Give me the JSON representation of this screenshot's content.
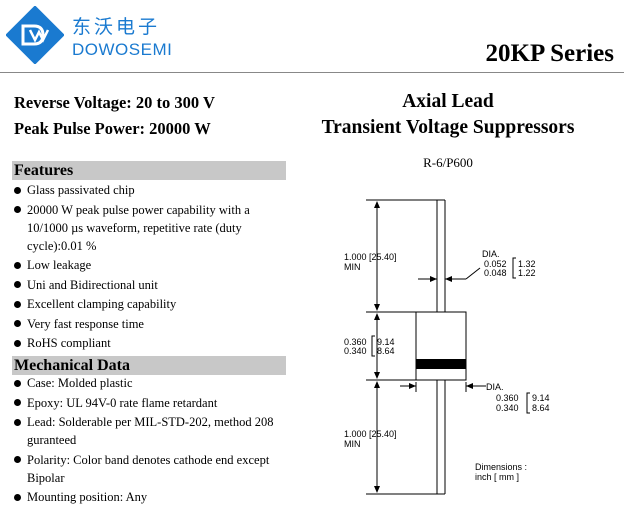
{
  "brand": {
    "name_cn": "东沃电子",
    "name_en": "DOWOSEMI",
    "color": "#1a7ad0"
  },
  "series_title": "20KP Series",
  "specs": {
    "reverse_voltage": "Reverse Voltage: 20 to 300 V",
    "peak_power": "Peak Pulse Power: 20000 W"
  },
  "product": {
    "line1": "Axial Lead",
    "line2": "Transient Voltage Suppressors",
    "package": "R-6/P600"
  },
  "features": {
    "heading": "Features",
    "items": [
      "Glass passivated chip",
      "20000 W peak pulse power capability with a 10/1000 µs waveform, repetitive rate (duty cycle):0.01 %",
      "Low leakage",
      "Uni and Bidirectional unit",
      "Excellent clamping capability",
      "Very fast response time",
      "RoHS compliant"
    ]
  },
  "mechanical": {
    "heading": "Mechanical Data",
    "items": [
      "Case: Molded plastic",
      "Epoxy: UL 94V-0 rate flame retardant",
      "Lead: Solderable per MIL-STD-202, method 208 guranteed",
      "Polarity: Color band denotes cathode end except Bipolar",
      "Mounting position: Any"
    ]
  },
  "diagram": {
    "lead_len_in": "1.000 [25.40]",
    "min": "MIN",
    "dia_label": "DIA.",
    "lead_dia_max_in": "0.052",
    "lead_dia_max_mm": "1.32",
    "lead_dia_min_in": "0.048",
    "lead_dia_min_mm": "1.22",
    "body_len_max_in": "0.360",
    "body_len_max_mm": "9.14",
    "body_len_min_in": "0.340",
    "body_len_min_mm": "8.64",
    "body_dia_max_in": "0.360",
    "body_dia_max_mm": "9.14",
    "body_dia_min_in": "0.340",
    "body_dia_min_mm": "8.64",
    "units_line1": "Dimensions :",
    "units_line2": "inch [ mm ]"
  }
}
